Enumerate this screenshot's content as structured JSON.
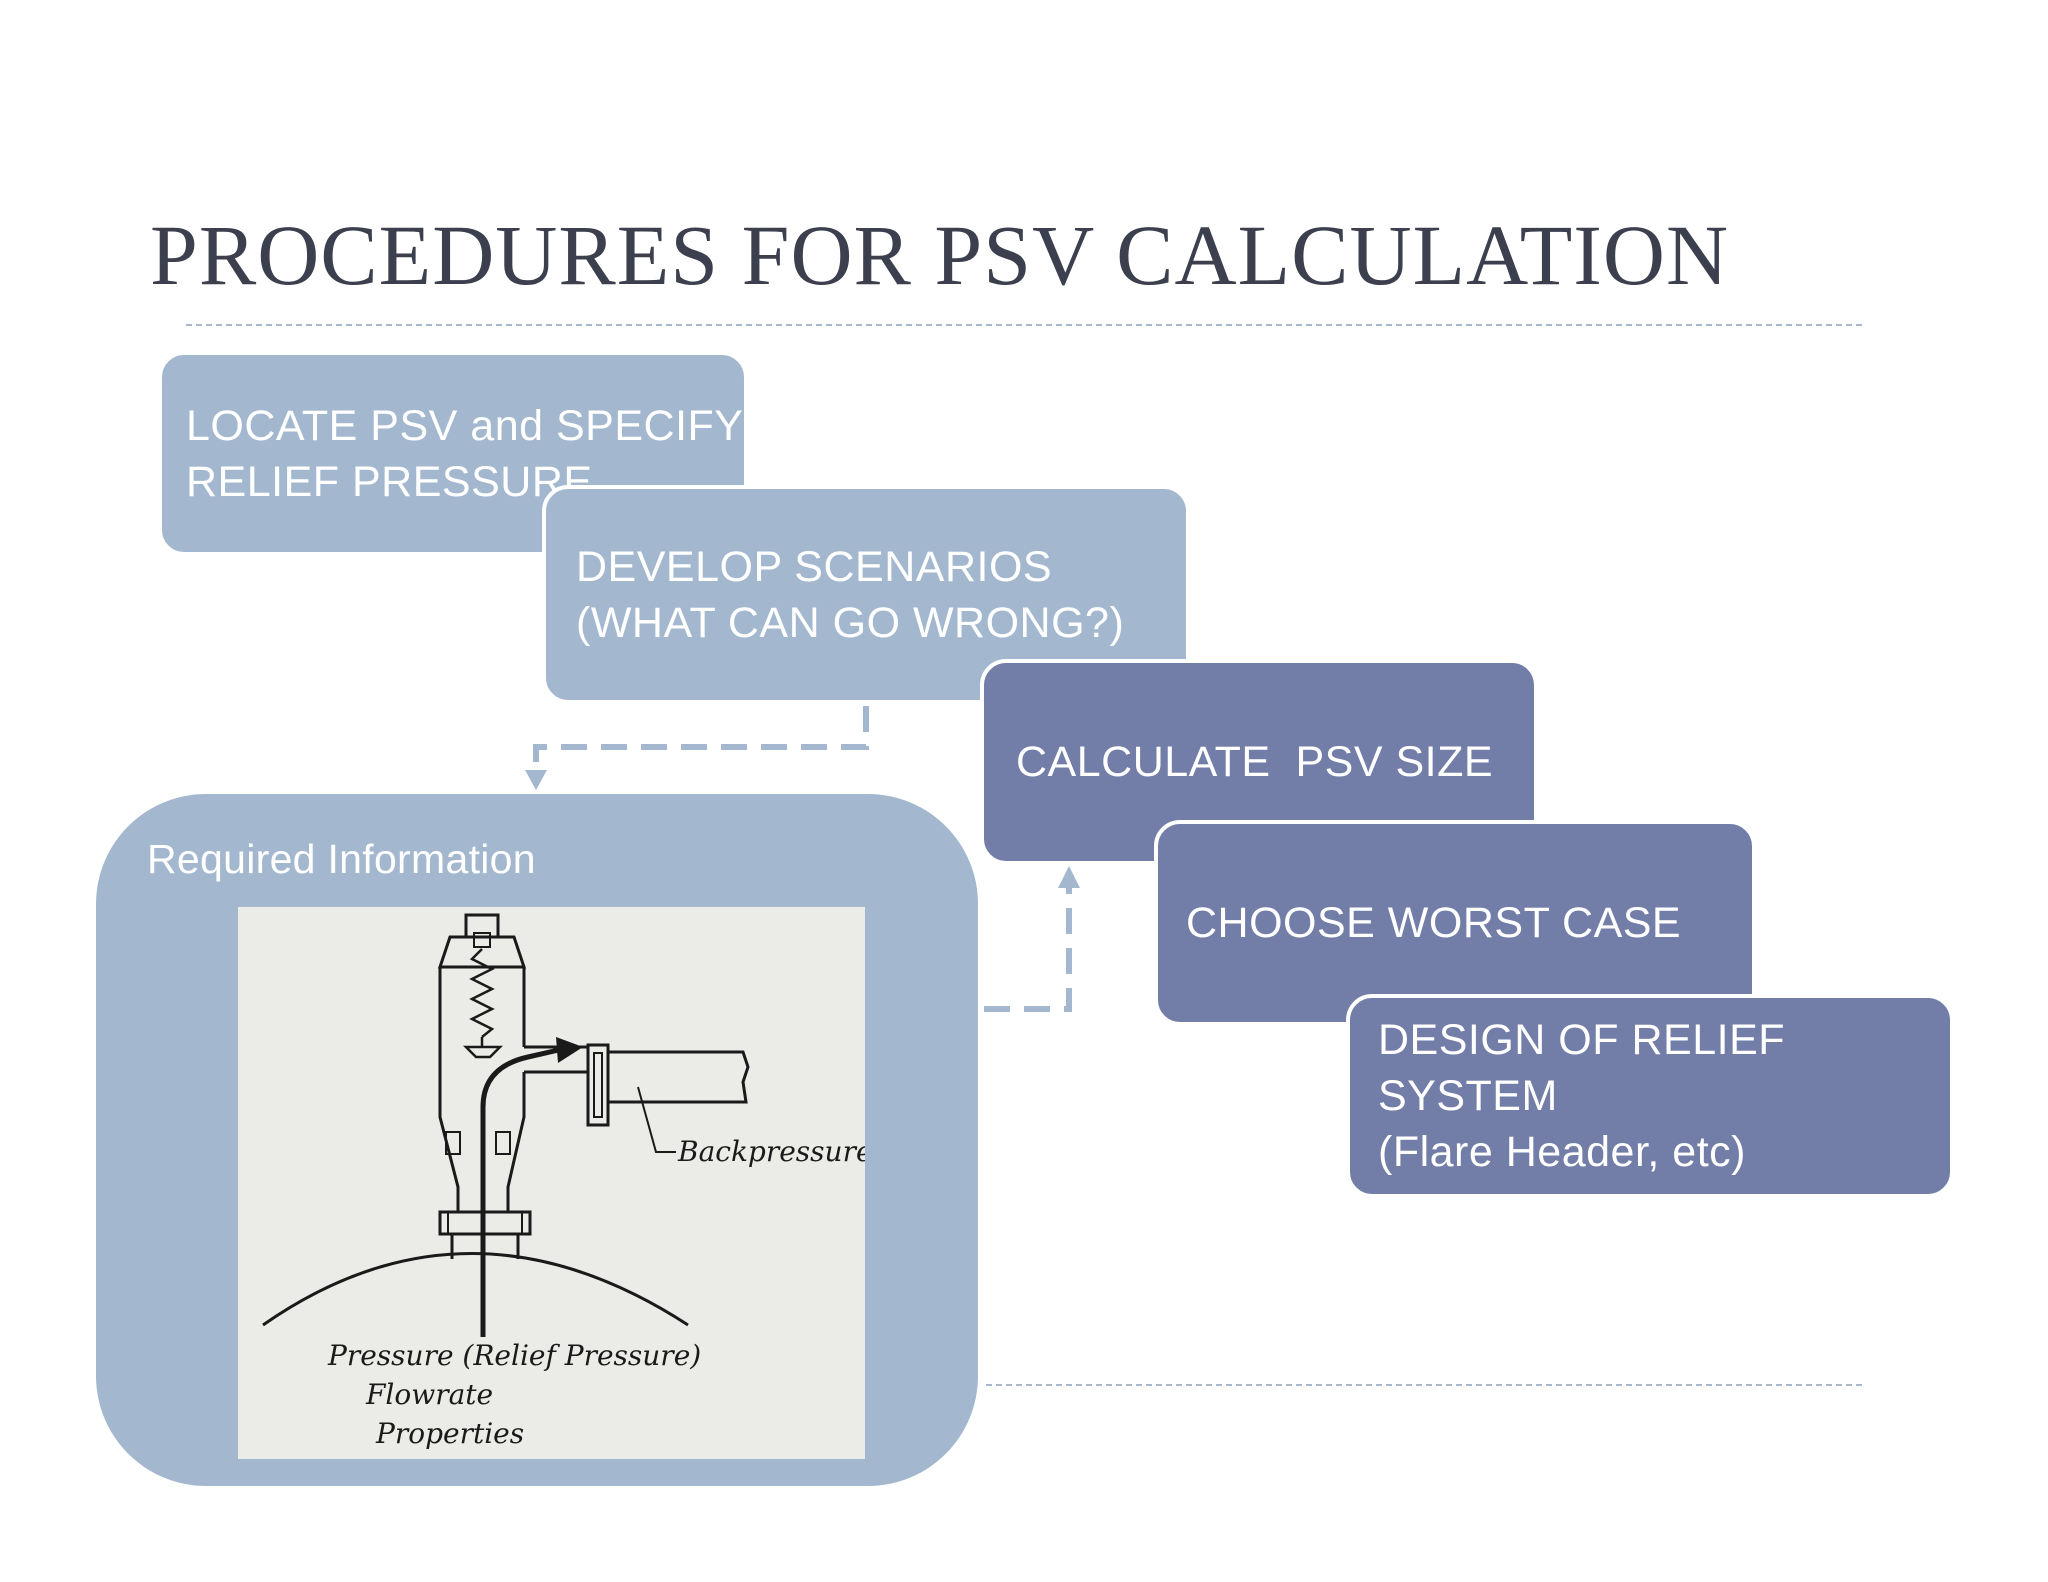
{
  "title": "PROCEDURES FOR PSV CALCULATION",
  "steps": [
    {
      "line1": "LOCATE PSV and SPECIFY",
      "line2": "RELIEF PRESSURE"
    },
    {
      "line1": "DEVELOP SCENARIOS",
      "line2": "(WHAT CAN GO WRONG?)"
    },
    {
      "line1": "CALCULATE  PSV SIZE",
      "line2": ""
    },
    {
      "line1": "CHOOSE WORST CASE",
      "line2": ""
    },
    {
      "line1": "DESIGN OF RELIEF SYSTEM",
      "line2": "(Flare Header, etc)"
    }
  ],
  "required_info": {
    "label": "Required Information",
    "sketch": {
      "backpressure": "Backpressure",
      "pressure": "Pressure (Relief Pressure)",
      "flowrate": "Flowrate",
      "properties": "Properties"
    }
  },
  "colors": {
    "light_box": "#a3b8cf",
    "dark_box": "#727da8",
    "title": "#3b3f4e",
    "connector": "#a3b8cf"
  }
}
